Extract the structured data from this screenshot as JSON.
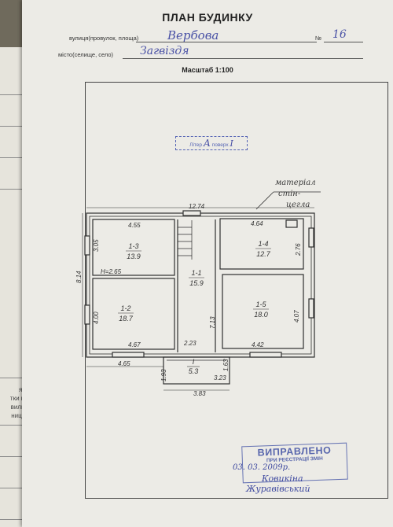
{
  "document": {
    "title": "ПЛАН БУДИНКУ",
    "street_label": "вулиця(провулок, площа)",
    "street_value": "Вербова",
    "house_number_label": "№",
    "house_number_value": "16",
    "locality_label": "місто(селище, село)",
    "locality_value": "Загвіздя",
    "scale": "Масштаб 1:100",
    "litera_label": "Літер",
    "litera_value": "А",
    "floor_label": "поверх",
    "floor_value": "I",
    "material_note": [
      "матеріал",
      "стін-",
      "цегла"
    ],
    "side_text": [
      "ятта",
      "тки про",
      "вильне",
      "ництво"
    ]
  },
  "dimensions": {
    "top_total": "12.74",
    "left_total": "8.14",
    "bottom_porch": "3.83",
    "room_1_3_top": "4.55",
    "room_1_3_side": "3.05",
    "height_mark": "H=2.65",
    "room_1_2_side": "4.00",
    "room_1_2_bottom": "4.67",
    "room_1_4_top": "4.64",
    "room_1_4_side": "2.76",
    "room_1_5_side": "4.07",
    "room_1_5_bottom": "4.42",
    "corridor_bottom": "2.23",
    "corridor_side": "7.13",
    "wall_bottom_left": "4.65",
    "porch_left": "1.93",
    "porch_right": "1.63",
    "porch_inner": "3.23"
  },
  "rooms": [
    {
      "id": "1-3",
      "area": "13.9"
    },
    {
      "id": "1-2",
      "area": "18.7"
    },
    {
      "id": "1-1",
      "area": "15.9"
    },
    {
      "id": "1-4",
      "area": "12.7"
    },
    {
      "id": "1-5",
      "area": "18.0"
    },
    {
      "id": "I",
      "area": "5.3"
    }
  ],
  "stamp": {
    "title": "ВИПРАВЛЕНО",
    "subtitle": "ПРИ РЕЄСТРАЦІЇ ЗМІН",
    "date": "03. 03. 2009р.",
    "name1": "Ковикіна",
    "name2": "Журавівський"
  },
  "colors": {
    "ink": "#2f2f2f",
    "pen": "#4a52a6",
    "stamp": "#5463b4"
  }
}
